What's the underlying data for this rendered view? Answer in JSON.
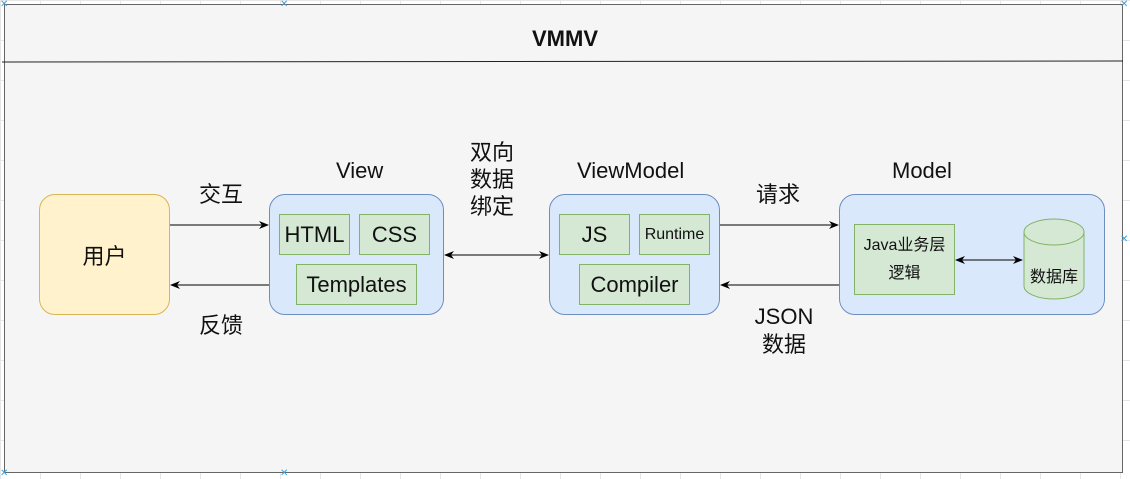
{
  "diagram": {
    "title": "VMMV",
    "nodes": {
      "user": {
        "label": "用户"
      },
      "view": {
        "title": "View",
        "items": [
          "HTML",
          "CSS",
          "Templates"
        ]
      },
      "viewmodel": {
        "title": "ViewModel",
        "items": [
          "JS",
          "Runtime",
          "Compiler"
        ]
      },
      "model": {
        "title": "Model",
        "logic": "Java业务层\n逻辑",
        "logic_line1": "Java业务层",
        "logic_line2": "逻辑",
        "database": "数据库"
      }
    },
    "edges": {
      "interact": "交互",
      "feedback": "反馈",
      "binding_line1": "双向",
      "binding_line2": "数据",
      "binding_line3": "绑定",
      "request": "请求",
      "json_line1": "JSON",
      "json_line2": "数据"
    },
    "colors": {
      "user_fill": "#fff2cc",
      "user_stroke": "#d6b656",
      "container_fill": "#dae8fc",
      "container_stroke": "#6c8ebf",
      "item_fill": "#d5e8d4",
      "item_stroke": "#82b366",
      "background": "#f5f5f5"
    }
  }
}
